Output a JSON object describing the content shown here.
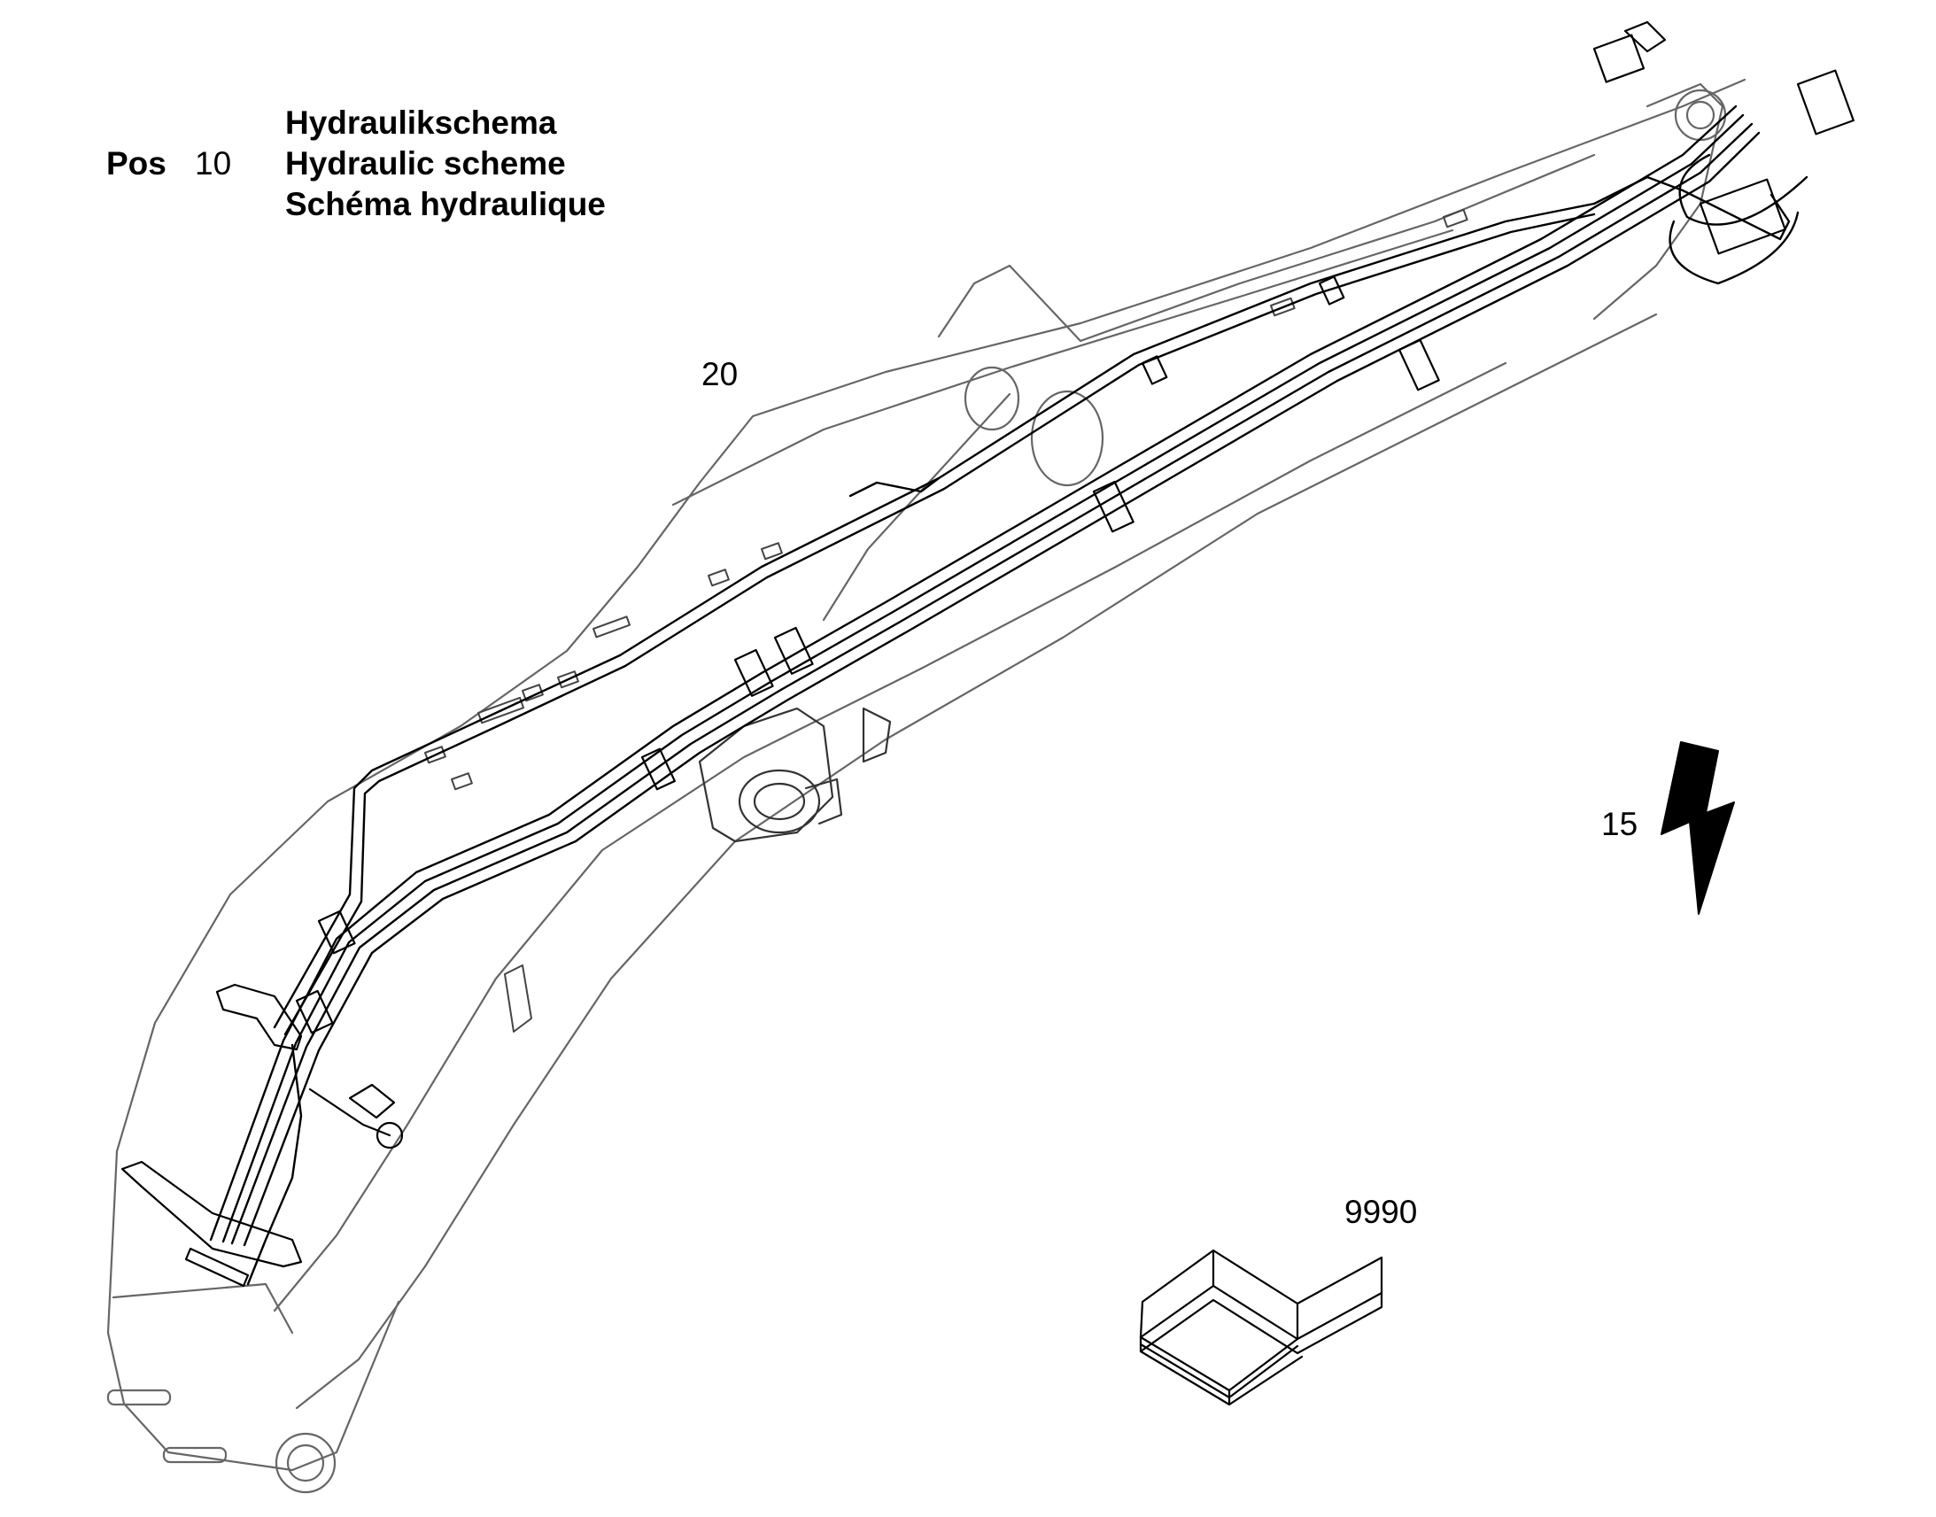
{
  "header": {
    "pos_label": "Pos",
    "pos_number": "10",
    "titles": [
      "Hydraulikschema",
      "Hydraulic scheme",
      "Schéma hydraulique"
    ]
  },
  "callouts": {
    "boom_hydraulic_lines": "20",
    "electrical_part": "15",
    "documentation": "9990"
  },
  "icons": [
    "lightning-bolt-icon",
    "open-book-icon"
  ],
  "colors": {
    "line": "#000000",
    "background": "#ffffff"
  }
}
